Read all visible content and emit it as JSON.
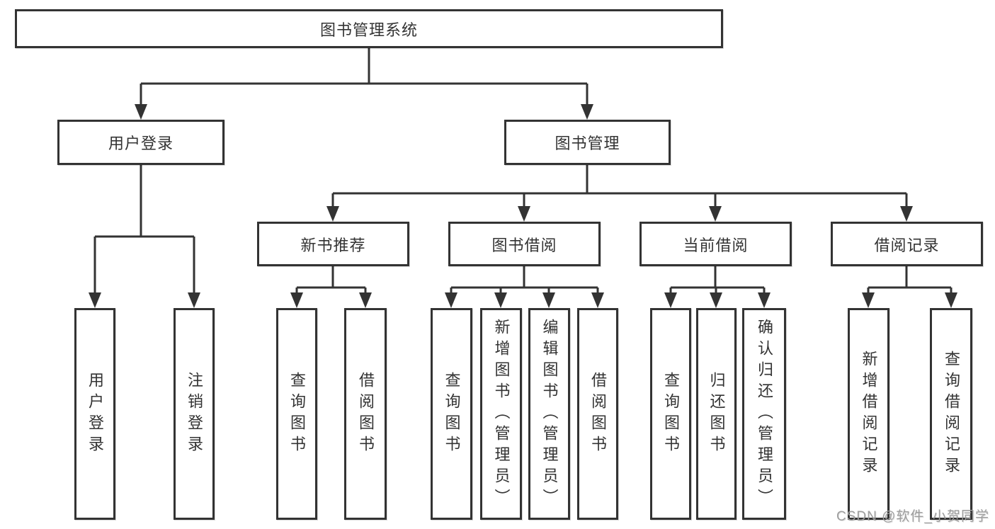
{
  "diagram": {
    "root": {
      "label": "图书管理系统"
    },
    "level2": [
      {
        "label": "用户登录"
      },
      {
        "label": "图书管理"
      }
    ],
    "level3": [
      {
        "label": "新书推荐"
      },
      {
        "label": "图书借阅"
      },
      {
        "label": "当前借阅"
      },
      {
        "label": "借阅记录"
      }
    ],
    "leaves": {
      "user": [
        "用户登录",
        "注销登录"
      ],
      "recommend": [
        "查询图书",
        "借阅图书"
      ],
      "borrow": [
        "查询图书",
        "新增图书（管理员）",
        "编辑图书（管理员）",
        "借阅图书"
      ],
      "current": [
        "查询图书",
        "归还图书",
        "确认归还（管理员）"
      ],
      "records": [
        "新增借阅记录",
        "查询借阅记录"
      ]
    }
  },
  "watermark": {
    "label": "CSDN @软件_小贺同学"
  },
  "colors": {
    "line": "#333333",
    "text": "#333333",
    "watermark": "#9e9e9e",
    "background": "#ffffff"
  }
}
